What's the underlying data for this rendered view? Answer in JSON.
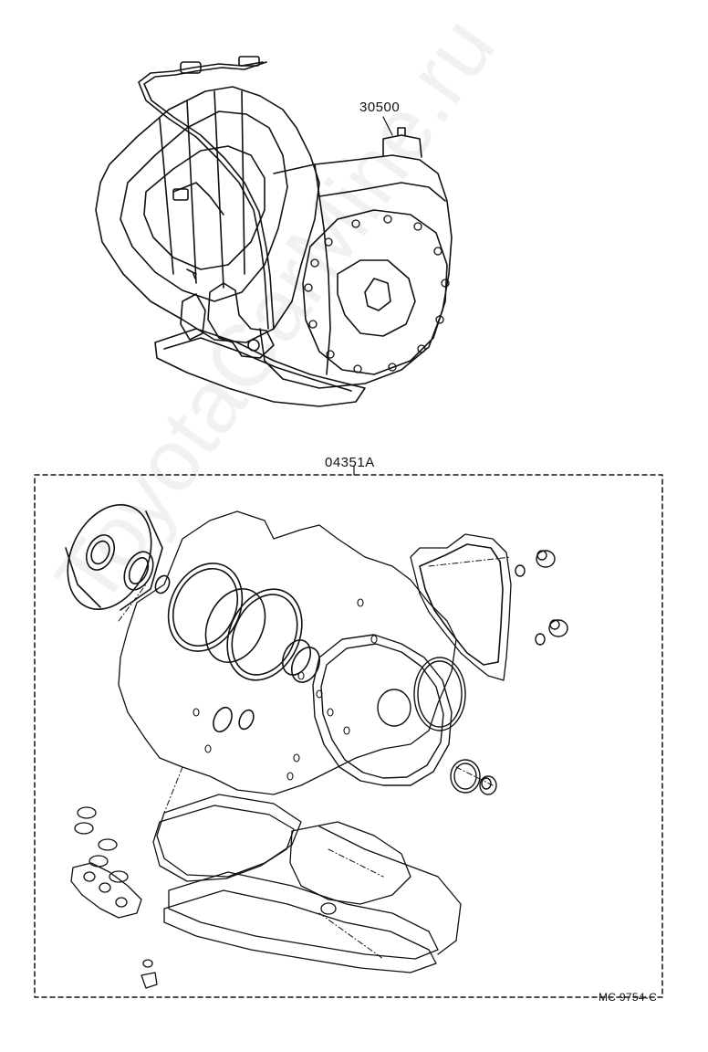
{
  "labels": {
    "assembly_part": "30500",
    "gasket_kit_part": "04351A",
    "drawing_code": "MC 9754-C"
  },
  "watermark": "ToyotaCarMine.ru",
  "colors": {
    "ink": "#111111",
    "paper": "#ffffff"
  }
}
